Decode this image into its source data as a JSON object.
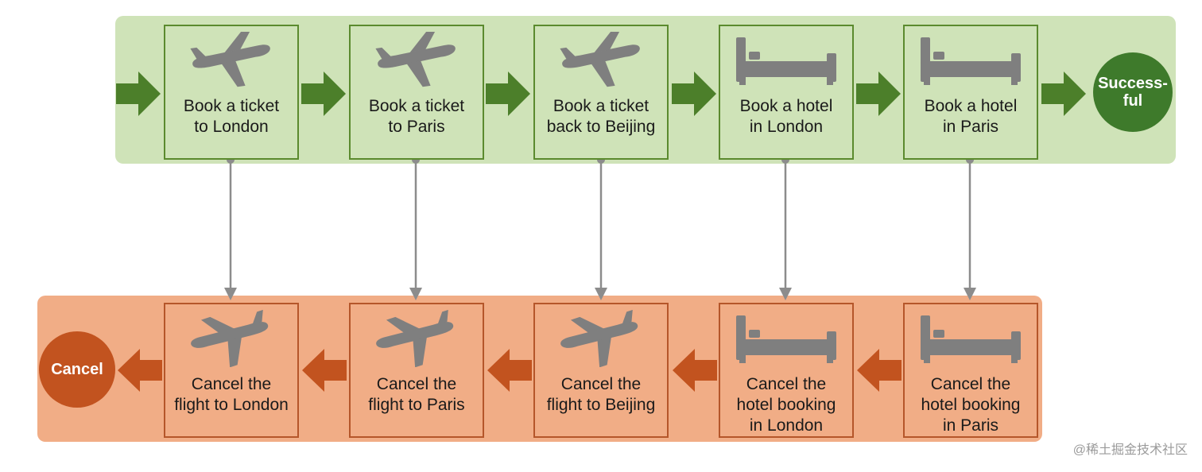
{
  "forward_steps": [
    {
      "id": "f1",
      "icon": "airplane-icon",
      "label": "Book a ticket\nto London"
    },
    {
      "id": "f2",
      "icon": "airplane-icon",
      "label": "Book a ticket\nto Paris"
    },
    {
      "id": "f3",
      "icon": "airplane-icon",
      "label": "Book a ticket\nback to Beijing"
    },
    {
      "id": "f4",
      "icon": "bed-icon",
      "label": "Book a hotel\nin London"
    },
    {
      "id": "f5",
      "icon": "bed-icon",
      "label": "Book a hotel\nin Paris"
    }
  ],
  "compensation_steps": [
    {
      "id": "c1",
      "icon": "airplane-icon",
      "label": "Cancel the\nflight to London"
    },
    {
      "id": "c2",
      "icon": "airplane-icon",
      "label": "Cancel the\nflight to Paris"
    },
    {
      "id": "c3",
      "icon": "airplane-icon",
      "label": "Cancel the\nflight to Beijing"
    },
    {
      "id": "c4",
      "icon": "bed-icon",
      "label": "Cancel the\nhotel booking\nin London"
    },
    {
      "id": "c5",
      "icon": "bed-icon",
      "label": "Cancel the\nhotel booking\nin Paris"
    }
  ],
  "end_states": {
    "success": "Success-\nful",
    "cancel": "Cancel"
  },
  "watermark": "@稀土掘金技术社区",
  "colors": {
    "forward_band": "#cfe3b8",
    "forward_border": "#5b8a2e",
    "forward_arrow": "#4c7f2a",
    "success_circle": "#3e7a2b",
    "compensation_band": "#f1ad86",
    "compensation_border": "#b5562a",
    "compensation_arrow": "#c2531f",
    "cancel_circle": "#c2531f",
    "icon": "#7f7f7f",
    "connector": "#8c8c8c"
  }
}
